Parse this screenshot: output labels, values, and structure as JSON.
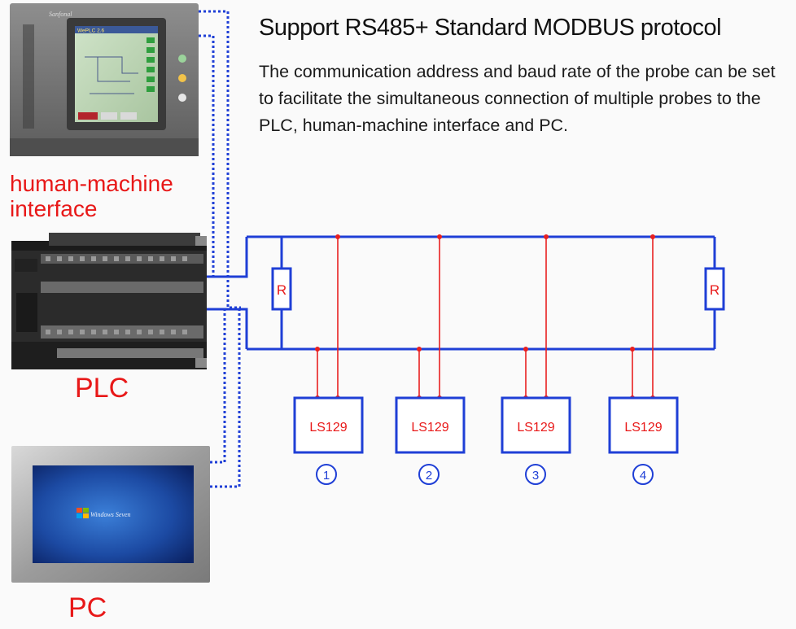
{
  "header": {
    "title": "Support RS485+ Standard MODBUS protocol",
    "description": "The communication address and baud rate of the probe can be set to facilitate the simultaneous connection of multiple probes to the PLC, human-machine interface and PC."
  },
  "devices": {
    "hmi": {
      "label_line1": "human-machine",
      "label_line2": "interface",
      "screen_brand": "Sanfonal",
      "screen_title": "WePLC 2.6"
    },
    "plc": {
      "label": "PLC"
    },
    "pc": {
      "label": "PC",
      "screen_text": "Windows Seven"
    }
  },
  "resistors": [
    {
      "label": "R"
    },
    {
      "label": "R"
    }
  ],
  "probes": [
    {
      "model": "LS129",
      "number": "1"
    },
    {
      "model": "LS129",
      "number": "2"
    },
    {
      "model": "LS129",
      "number": "3"
    },
    {
      "model": "LS129",
      "number": "4"
    }
  ],
  "colors": {
    "bus": "#1f3fd6",
    "wire": "#e82020",
    "label": "#e81818",
    "dotted": "#1f3fd6"
  }
}
